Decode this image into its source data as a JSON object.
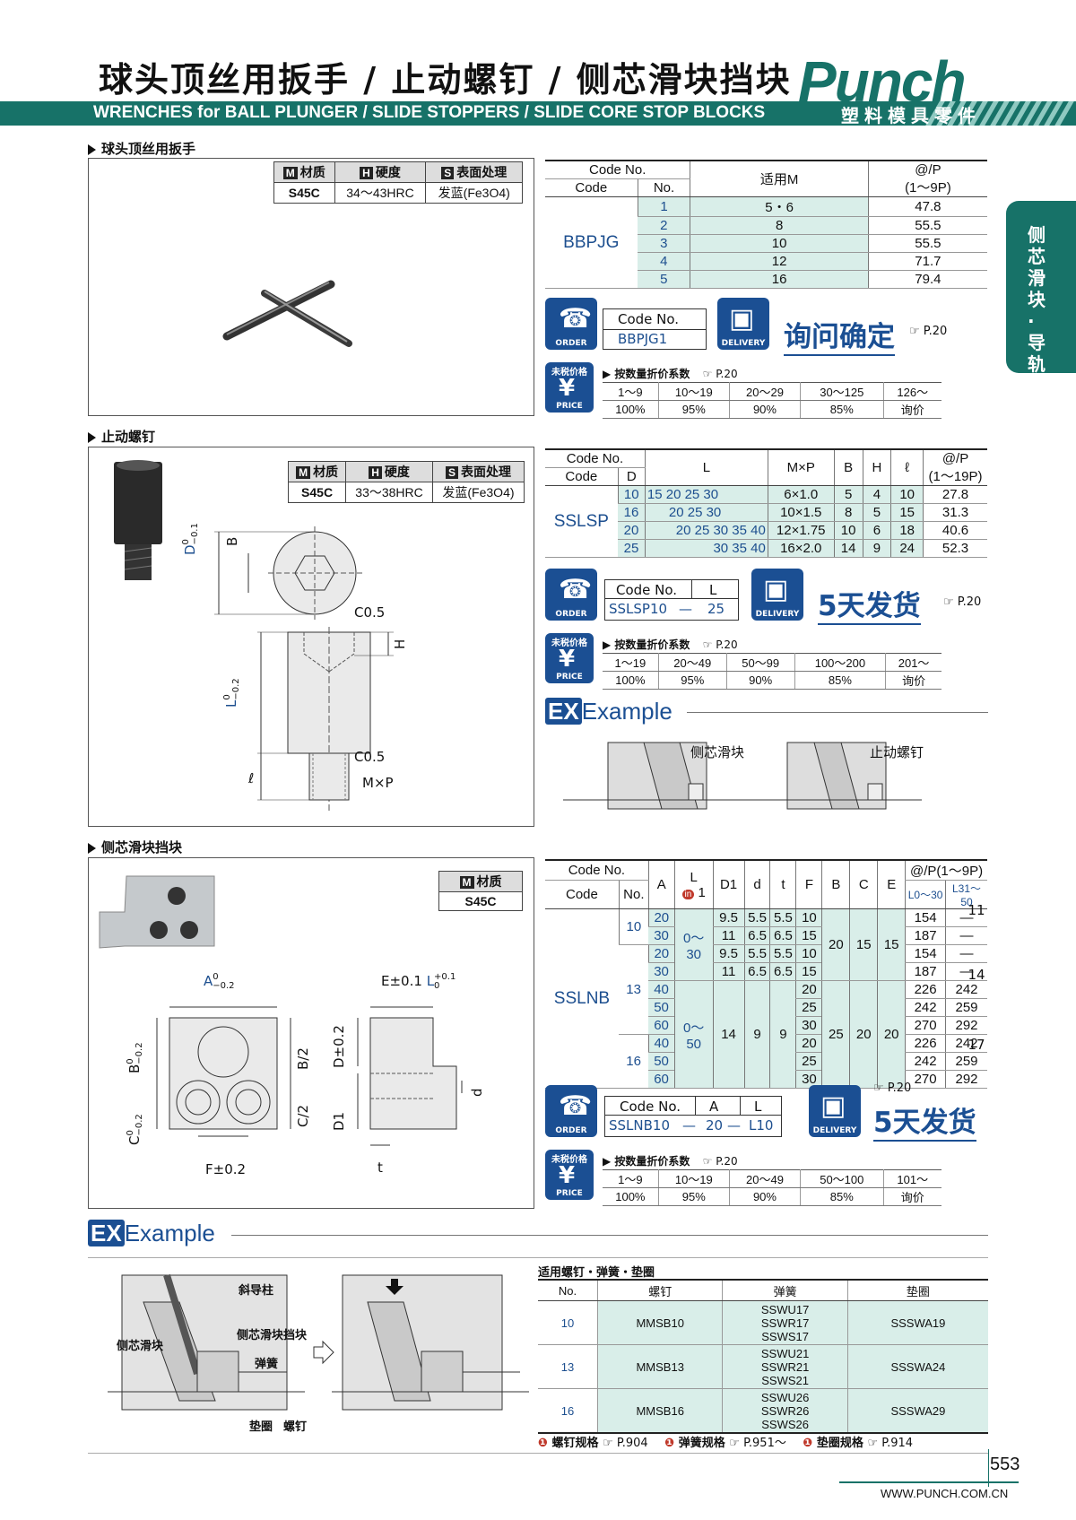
{
  "header": {
    "title_cn": "球头顶丝用扳手 / 止动螺钉 / 侧芯滑块挡块",
    "title_en": "WRENCHES for BALL PLUNGER / SLIDE STOPPERS / SLIDE CORE STOP BLOCKS",
    "logo": "Punch",
    "logo_sub": "塑料模具零件",
    "side_tab": "侧芯滑块·导轨"
  },
  "common": {
    "material_label": "材质",
    "hardness_label": "硬度",
    "surface_label": "表面处理",
    "order_label": "ORDER",
    "delivery_label": "DELIVERY",
    "price_label": "PRICE",
    "price_cn": "未税价格",
    "discount_title": "按数量折价系数",
    "ref_p20": "P.20",
    "example": "Example",
    "ex": "EX"
  },
  "section1": {
    "heading": "球头顶丝用扳手",
    "material": "S45C",
    "hardness": "34～43HRC",
    "surface": "发蓝(Fe3O4)",
    "table": {
      "head_code_no": "Code No.",
      "head_code": "Code",
      "head_no": "No.",
      "head_m": "适用M",
      "head_price": "@/P",
      "head_price_sub": "(1～9P)",
      "code": "BBPJG",
      "rows": [
        {
          "no": "1",
          "m": "5・6",
          "price": "47.8"
        },
        {
          "no": "2",
          "m": "8",
          "price": "55.5"
        },
        {
          "no": "3",
          "m": "10",
          "price": "55.5"
        },
        {
          "no": "4",
          "m": "12",
          "price": "71.7"
        },
        {
          "no": "5",
          "m": "16",
          "price": "79.4"
        }
      ]
    },
    "order_code_head": "Code No.",
    "order_code": "BBPJG1",
    "delivery": "询问确定",
    "discount": {
      "qty": [
        "1～9",
        "10～19",
        "20～29",
        "30～125",
        "126～"
      ],
      "rate": [
        "100%",
        "95%",
        "90%",
        "85%",
        "询价"
      ]
    }
  },
  "section2": {
    "heading": "止动螺钉",
    "material": "S45C",
    "hardness": "33～38HRC",
    "surface": "发蓝(Fe3O4)",
    "dims": {
      "d": "D",
      "d_tol_top": "0",
      "d_tol_bot": "−0.1",
      "b": "B",
      "c05a": "C0.5",
      "c05b": "C0.5",
      "h": "H",
      "l": "L",
      "l_tol_top": "0",
      "l_tol_bot": "−0.2",
      "ell": "ℓ",
      "mxp": "M×P"
    },
    "table": {
      "head_code_no": "Code No.",
      "head_code": "Code",
      "head_d": "D",
      "head_l": "L",
      "head_mxp": "M×P",
      "head_b": "B",
      "head_h": "H",
      "head_ell": "ℓ",
      "head_price": "@/P",
      "head_price_sub": "(1～19P)",
      "code": "SSLSP",
      "rows": [
        {
          "d": "10",
          "l": "15 20 25 30",
          "mxp": "6×1.0",
          "b": "5",
          "h": "4",
          "ell": "10",
          "price": "27.8"
        },
        {
          "d": "16",
          "l": "20 25 30",
          "mxp": "10×1.5",
          "b": "8",
          "h": "5",
          "ell": "15",
          "price": "31.3"
        },
        {
          "d": "20",
          "l": "20 25 30 35 40",
          "mxp": "12×1.75",
          "b": "10",
          "h": "6",
          "ell": "18",
          "price": "40.6"
        },
        {
          "d": "25",
          "l": "30 35 40",
          "mxp": "16×2.0",
          "b": "14",
          "h": "9",
          "ell": "24",
          "price": "52.3"
        }
      ]
    },
    "order_head_code": "Code No.",
    "order_head_l": "L",
    "order_code": "SSLSP10",
    "order_dash": "—",
    "order_l": "25",
    "delivery": "5天发货",
    "discount": {
      "qty": [
        "1～19",
        "20～49",
        "50～99",
        "100～200",
        "201～"
      ],
      "rate": [
        "100%",
        "95%",
        "90%",
        "85%",
        "询价"
      ]
    },
    "example_labels": [
      "侧芯滑块",
      "止动螺钉"
    ]
  },
  "section3": {
    "heading": "侧芯滑块挡块",
    "material": "S45C",
    "dims": {
      "a": "A",
      "a_tol_top": "0",
      "a_tol_bot": "−0.2",
      "e": "E±0.1",
      "l": "L",
      "l_tol_top": "+0.1",
      "l_tol_bot": "0",
      "b": "B",
      "b_tol_top": "0",
      "b_tol_bot": "−0.2",
      "c": "C",
      "c_tol_top": "0",
      "c_tol_bot": "−0.2",
      "b2": "B/2",
      "c2": "C/2",
      "f": "F±0.2",
      "d": "D±0.2",
      "d1": "D1",
      "dd": "d",
      "t": "t"
    },
    "table": {
      "head_code_no": "Code No.",
      "head_code": "Code",
      "head_no": "No.",
      "head_a": "A",
      "head_l": "L",
      "head_l_sub": "1",
      "head_d1": "D1",
      "head_d": "d",
      "head_t": "t",
      "head_f": "F",
      "head_b": "B",
      "head_c": "C",
      "head_e": "E",
      "head_price": "@/P(1～9P)",
      "head_l0": "L0～30",
      "head_l31": "L31～50",
      "code": "SSLNB",
      "nos": [
        "10",
        "13",
        "16"
      ],
      "a_vals": [
        "20",
        "30",
        "20",
        "30",
        "40",
        "50",
        "60",
        "40",
        "50",
        "60"
      ],
      "l_ranges": [
        "0～30",
        "0～50"
      ],
      "d1_vals": [
        "9.5",
        "11",
        "9.5",
        "11",
        "14"
      ],
      "d_vals": [
        "5.5",
        "6.5",
        "5.5",
        "6.5",
        "9"
      ],
      "t_vals": [
        "5.5",
        "6.5",
        "5.5",
        "6.5",
        "9"
      ],
      "f_vals": [
        "10",
        "15",
        "10",
        "15",
        "20",
        "25",
        "30",
        "20",
        "25",
        "30"
      ],
      "b_vals": [
        "20",
        "25"
      ],
      "c_vals": [
        "15",
        "20"
      ],
      "e_mid": [
        "15",
        "20"
      ],
      "d_col": [
        "11",
        "14",
        "17"
      ],
      "p1": [
        "154",
        "187",
        "154",
        "187",
        "226",
        "242",
        "270",
        "226",
        "242",
        "270"
      ],
      "p2": [
        "—",
        "—",
        "—",
        "—",
        "242",
        "259",
        "292",
        "242",
        "259",
        "292"
      ]
    },
    "order_head_code": "Code No.",
    "order_head_a": "A",
    "order_head_l": "L",
    "order_code": "SSLNB10",
    "order_a": "20",
    "order_l": "L10",
    "order_dash": "—",
    "delivery": "5天发货",
    "discount": {
      "qty": [
        "1～9",
        "10～19",
        "20～49",
        "50～100",
        "101～"
      ],
      "rate": [
        "100%",
        "95%",
        "90%",
        "85%",
        "询价"
      ]
    }
  },
  "example_bottom": {
    "labels": {
      "guide": "斜导柱",
      "slide": "侧芯滑块",
      "block": "侧芯滑块挡块",
      "spring": "弹簧",
      "washer": "垫圈",
      "screw": "螺钉"
    },
    "table_title": "适用螺钉・弹簧・垫圈",
    "head": [
      "No.",
      "螺钉",
      "弹簧",
      "垫圈"
    ],
    "rows": [
      {
        "no": "10",
        "screw": "MMSB10",
        "springs": [
          "SSWU17",
          "SSWR17",
          "SSWS17"
        ],
        "washer": "SSSWA19"
      },
      {
        "no": "13",
        "screw": "MMSB13",
        "springs": [
          "SSWU21",
          "SSWR21",
          "SSWS21"
        ],
        "washer": "SSSWA24"
      },
      {
        "no": "16",
        "screw": "MMSB16",
        "springs": [
          "SSWU26",
          "SSWR26",
          "SSWS26"
        ],
        "washer": "SSSWA29"
      }
    ],
    "refs": [
      {
        "label": "螺钉规格",
        "page": "P.904"
      },
      {
        "label": "弹簧规格",
        "page": "P.951～"
      },
      {
        "label": "垫圈规格",
        "page": "P.914"
      }
    ]
  },
  "footer": {
    "page": "553",
    "url": "WWW.PUNCH.COM.CN"
  },
  "colors": {
    "brand": "#177268",
    "blue": "#1b4f93",
    "tint": "#d9eee9"
  }
}
